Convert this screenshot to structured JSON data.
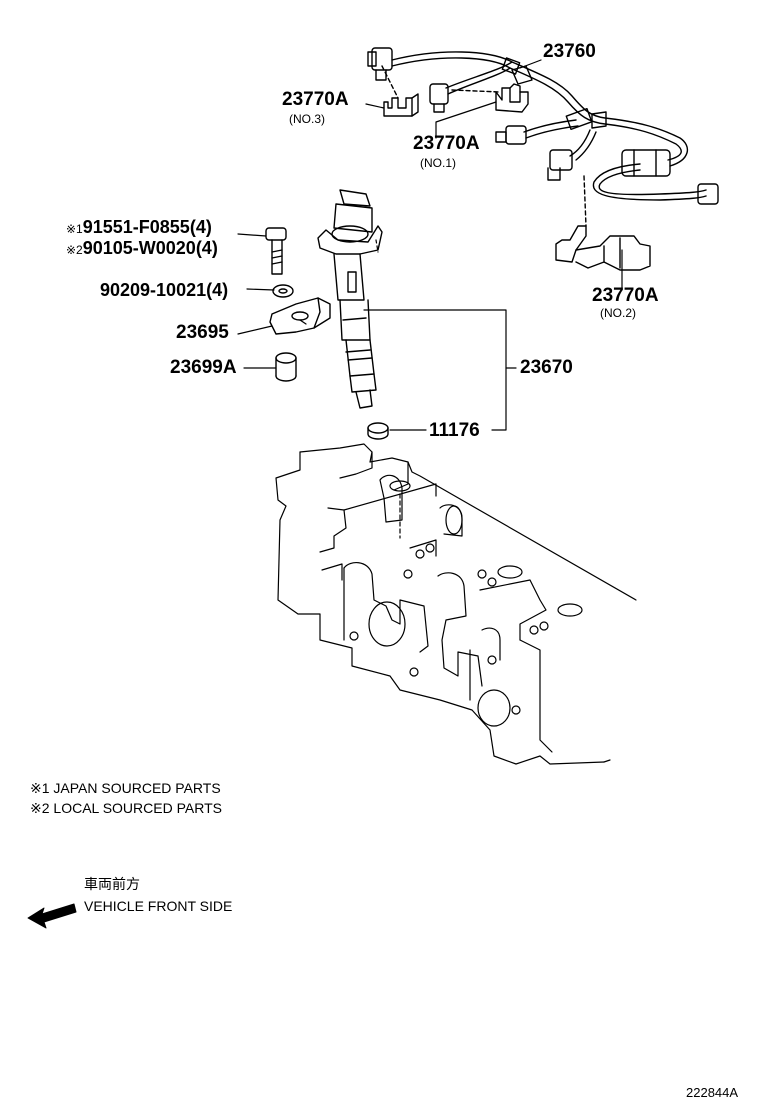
{
  "parts": {
    "p23760": "23760",
    "p23770a_no3": "23770A",
    "p23770a_no3_sub": "(NO.3)",
    "p23770a_no1": "23770A",
    "p23770a_no1_sub": "(NO.1)",
    "p23770a_no2": "23770A",
    "p23770a_no2_sub": "(NO.2)",
    "bolt_mark1": "※1",
    "bolt_jp": "91551-F0855(4)",
    "bolt_mark2": "※2",
    "bolt_local": "90105-W0020(4)",
    "washer": "90209-10021(4)",
    "clamp": "23695",
    "collar": "23699A",
    "injector": "23670",
    "gasket": "11176"
  },
  "notes": {
    "japan_mark": "※1",
    "japan": "JAPAN SOURCED PARTS",
    "local_mark": "※2",
    "local": "LOCAL SOURCED PARTS"
  },
  "direction": {
    "jp_label": "車両前方",
    "en_label": "VEHICLE FRONT SIDE",
    "icon": "arrow-left-icon"
  },
  "ref_number": "222844A"
}
